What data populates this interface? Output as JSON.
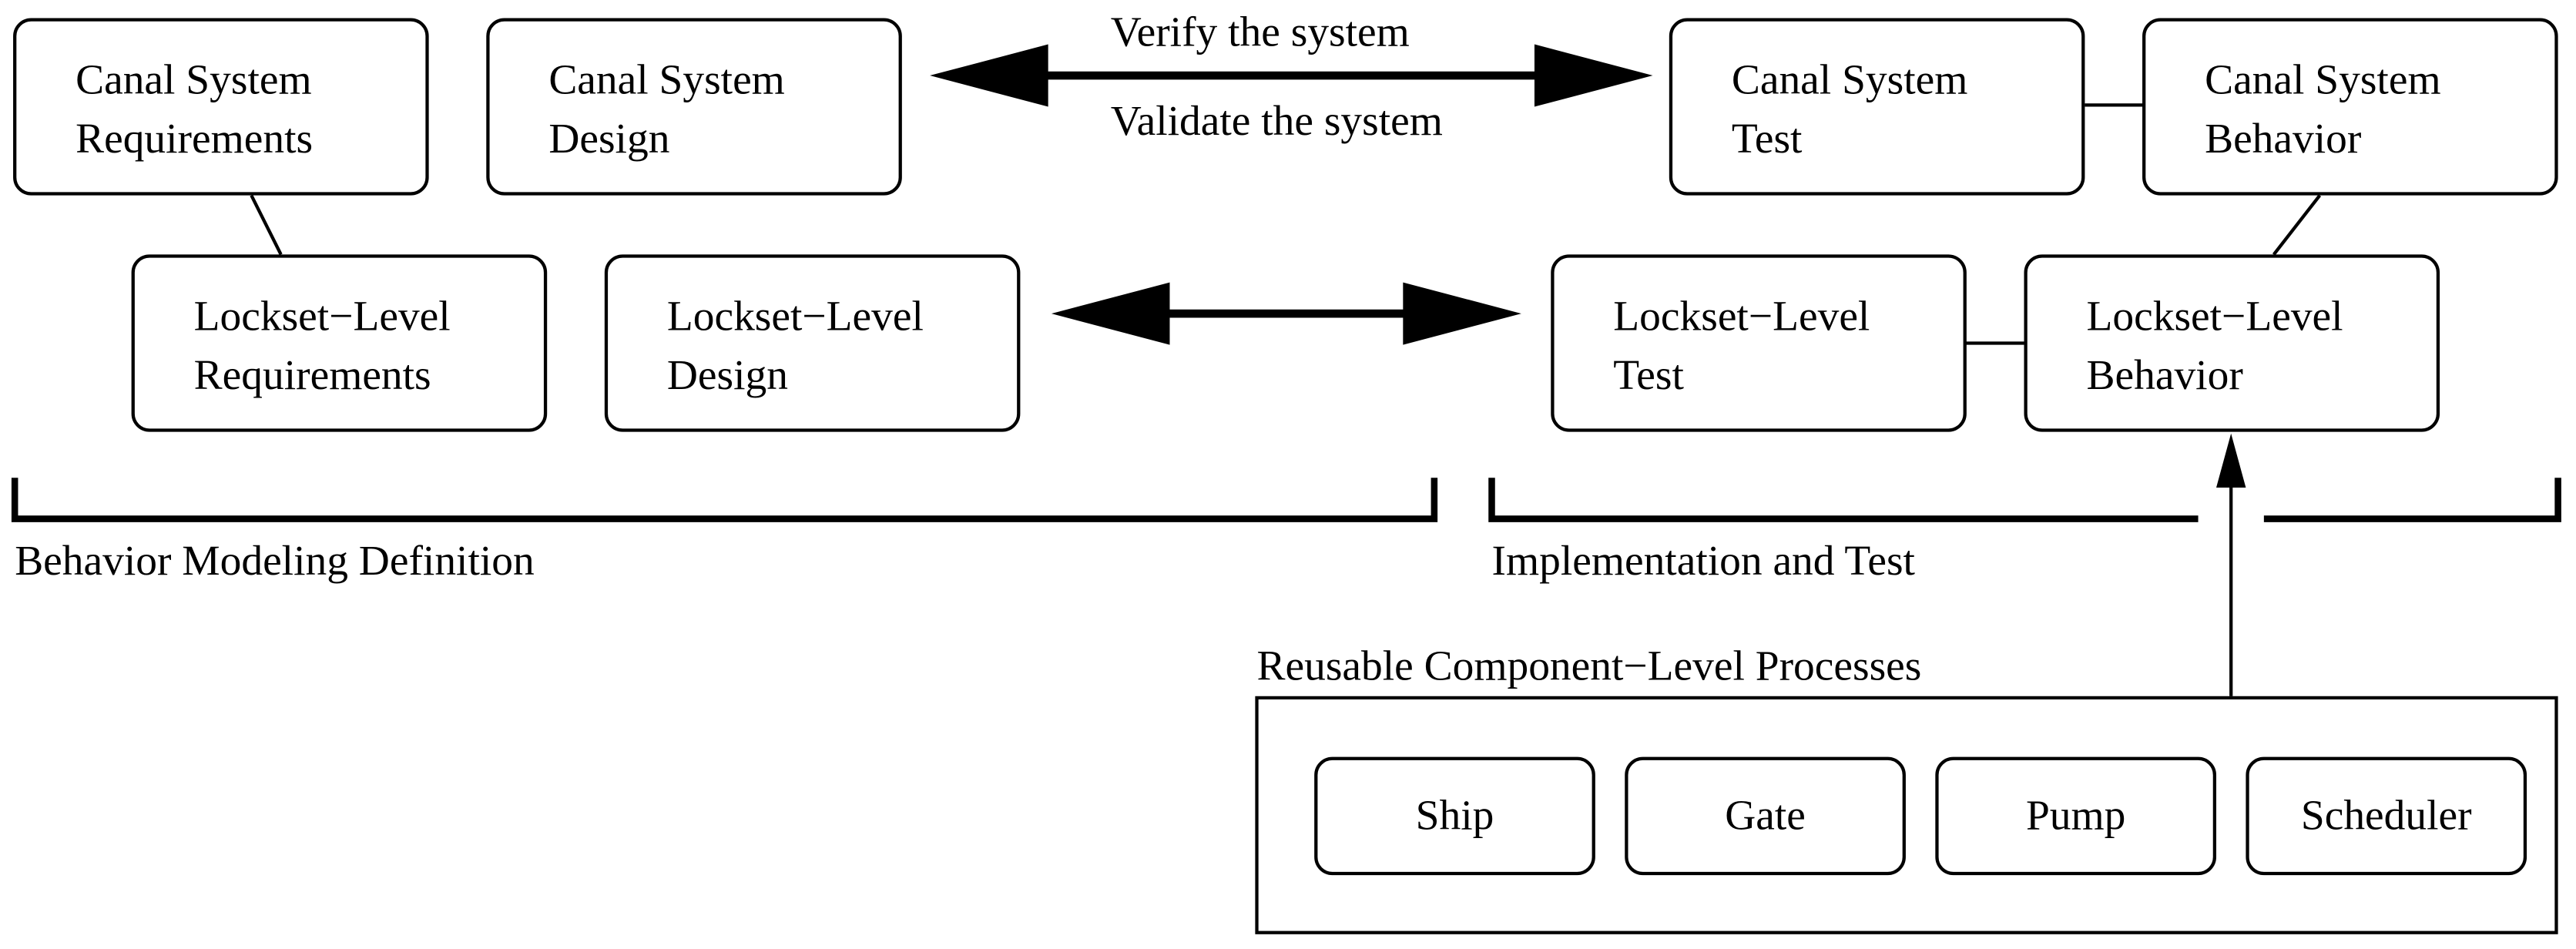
{
  "boxes": {
    "canal_req": {
      "line1": "Canal System",
      "line2": "Requirements"
    },
    "canal_design": {
      "line1": "Canal System",
      "line2": "Design"
    },
    "canal_test": {
      "line1": "Canal System",
      "line2": "Test"
    },
    "canal_behavior": {
      "line1": "Canal System",
      "line2": "Behavior"
    },
    "lockset_req": {
      "line1": "Lockset−Level",
      "line2": "Requirements"
    },
    "lockset_design": {
      "line1": "Lockset−Level",
      "line2": "Design"
    },
    "lockset_test": {
      "line1": "Lockset−Level",
      "line2": "Test"
    },
    "lockset_behavior": {
      "line1": "Lockset−Level",
      "line2": "Behavior"
    }
  },
  "arrow_labels": {
    "verify": "Verify the system",
    "validate": "Validate the system"
  },
  "phases": {
    "left": "Behavior Modeling Definition",
    "right": "Implementation and Test"
  },
  "components": {
    "title": "Reusable Component−Level Processes",
    "items": [
      "Ship",
      "Gate",
      "Pump",
      "Scheduler"
    ]
  }
}
